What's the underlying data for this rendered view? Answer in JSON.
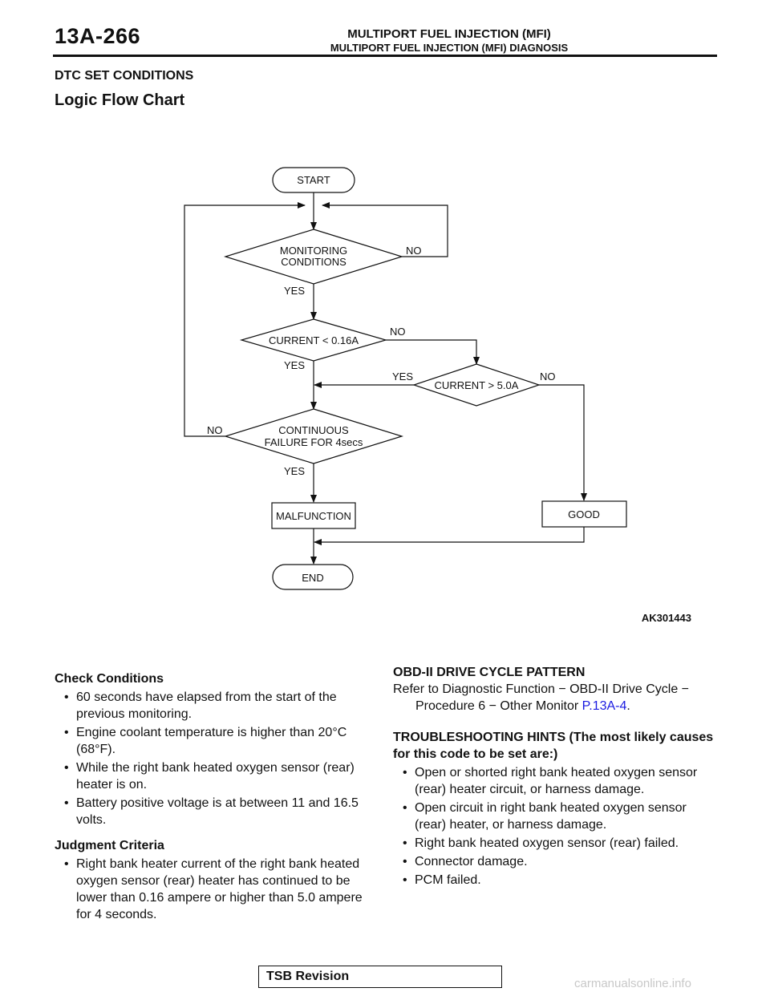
{
  "header": {
    "page_number": "13A-266",
    "section_title": "MULTIPORT FUEL INJECTION (MFI)",
    "subsection_title": "MULTIPORT FUEL INJECTION (MFI) DIAGNOSIS"
  },
  "content": {
    "heading": "DTC SET CONDITIONS",
    "subheading": "Logic Flow Chart"
  },
  "flowchart": {
    "start": "START",
    "monitoring_line1": "MONITORING",
    "monitoring_line2": "CONDITIONS",
    "current_low": "CURRENT < 0.16A",
    "current_high": "CURRENT > 5.0A",
    "continuous_line1": "CONTINUOUS",
    "continuous_line2": "FAILURE FOR 4secs",
    "malfunction": "MALFUNCTION",
    "good": "GOOD",
    "end": "END",
    "yes": "YES",
    "no": "NO",
    "figure_id": "AK301443"
  },
  "check_conditions": {
    "title": "Check Conditions",
    "items": [
      "60 seconds have elapsed from the start of the previous monitoring.",
      "Engine coolant temperature is higher than 20°C (68°F).",
      "While the right bank heated oxygen sensor (rear) heater is on.",
      "Battery positive voltage is at between 11 and 16.5 volts."
    ]
  },
  "judgment_criteria": {
    "title": "Judgment Criteria",
    "items": [
      "Right bank heater current of the right bank heated oxygen sensor (rear) heater has continued to be lower than 0.16 ampere or higher than 5.0 ampere for 4 seconds."
    ]
  },
  "obd": {
    "title": "OBD-II DRIVE CYCLE PATTERN",
    "text": "Refer to Diagnostic Function − OBD-II Drive Cycle − Procedure 6 − Other Monitor ",
    "link": "P.13A-4",
    "suffix": "."
  },
  "troubleshooting": {
    "title": "TROUBLESHOOTING HINTS (The most likely causes for this code to be set are:)",
    "items": [
      "Open or shorted right bank heated oxygen sensor (rear) heater circuit, or harness damage.",
      "Open circuit in right bank heated oxygen sensor (rear) heater, or harness damage.",
      "Right bank heated oxygen sensor (rear) failed.",
      "Connector damage.",
      "PCM failed."
    ]
  },
  "footer": {
    "tsb_label": "TSB Revision",
    "watermark": "carmanualsonline.info"
  }
}
